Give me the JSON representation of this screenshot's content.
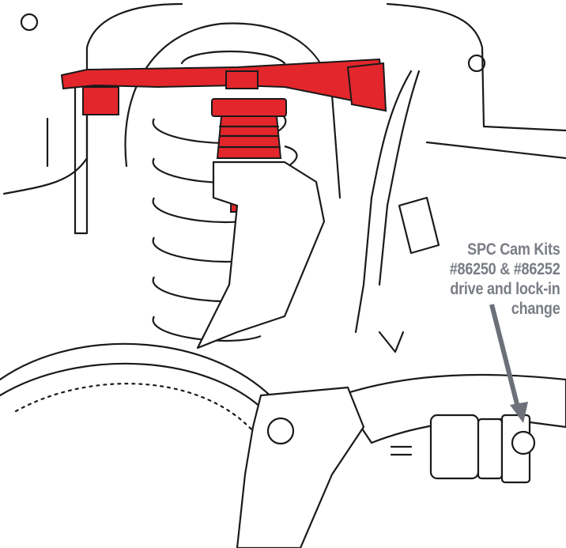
{
  "callout": {
    "lines": [
      "SPC Cam Kits",
      "#86250 & #86252",
      "drive and lock-in",
      "change"
    ]
  },
  "colors": {
    "highlight": "#e3262b",
    "callout_text": "#7a7d85",
    "arrow": "#6d7079"
  }
}
